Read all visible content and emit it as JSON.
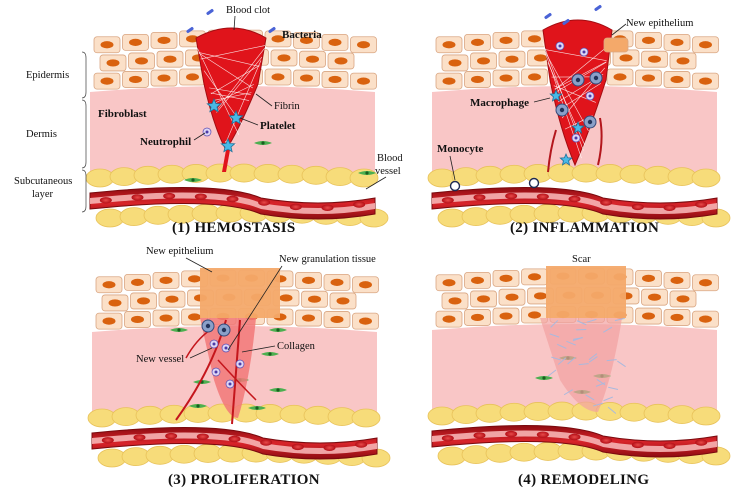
{
  "layers": {
    "epidermis": "Epidermis",
    "dermis": "Dermis",
    "subcutaneous_line1": "Subcutaneous",
    "subcutaneous_line2": "layer"
  },
  "panels": [
    {
      "title": "(1)  HEMOSTASIS",
      "labels": {
        "blood_clot": "Blood clot",
        "bacteria": "Bacteria",
        "fibroblast": "Fibroblast",
        "fibrin": "Fibrin",
        "platelet": "Platelet",
        "neutrophil": "Neutrophil",
        "blood_vessel_line1": "Blood",
        "blood_vessel_line2": "vessel"
      }
    },
    {
      "title": "(2)  INFLAMMATION",
      "labels": {
        "new_epithelium": "New epithelium",
        "macrophage": "Macrophage",
        "monocyte": "Monocyte"
      }
    },
    {
      "title": "(3)  PROLIFERATION",
      "labels": {
        "new_epithelium": "New epithelium",
        "new_granulation_tissue": "New granulation tissue",
        "new_vessel": "New vessel",
        "collagen": "Collagen"
      }
    },
    {
      "title": "(4)  REMODELING",
      "labels": {
        "scar": "Scar"
      }
    }
  ],
  "colors": {
    "cell_fill": "#fbe0c8",
    "cell_stroke": "#d9a683",
    "nucleus": "#d9620f",
    "dermis": "#f9c6c6",
    "fat": "#f7dc7a",
    "vessel": "#c4161c",
    "clot": "#e0141b",
    "scar": "#f4a96a",
    "platelet": "#49b9e6",
    "fibroblast": "#4caf50"
  }
}
